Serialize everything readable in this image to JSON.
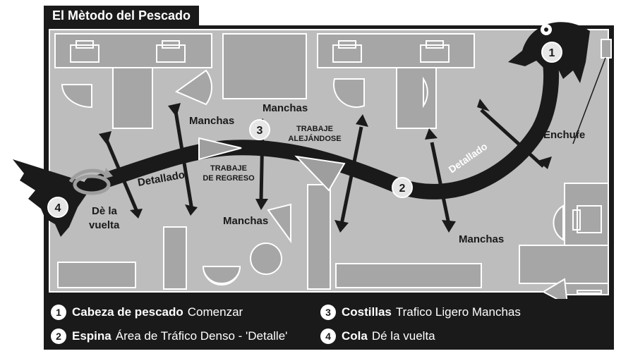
{
  "title": "El Mètodo del Pescado",
  "labels": {
    "manchas": "Manchas",
    "detallado": "Detallado",
    "enchufe": "Enchufe",
    "trabaje_de_regreso_1": "TRABAJE",
    "trabaje_de_regreso_2": "DE REGRESO",
    "trabaje_alejandose_1": "TRABAJE",
    "trabaje_alejandose_2": "ALEJÁNDOSE",
    "de_la": "Dè la",
    "vuelta": "vuelta"
  },
  "markers": [
    "1",
    "2",
    "3",
    "4"
  ],
  "legend": [
    {
      "num": "1",
      "bold": "Cabeza de pescado",
      "text": "Comenzar"
    },
    {
      "num": "2",
      "bold": "Espina",
      "text": "Área de Tráfico Denso - 'Detalle'"
    },
    {
      "num": "3",
      "bold": "Costillas",
      "text": "Trafico Ligero Manchas"
    },
    {
      "num": "4",
      "bold": "Cola",
      "text": "Dé la vuelta"
    }
  ],
  "colors": {
    "floor": "#bdbdbd",
    "furniture": "#a6a6a6",
    "outline": "#ffffff",
    "dark": "#1a1a1a",
    "arrow_gray": "#9e9e9e"
  }
}
